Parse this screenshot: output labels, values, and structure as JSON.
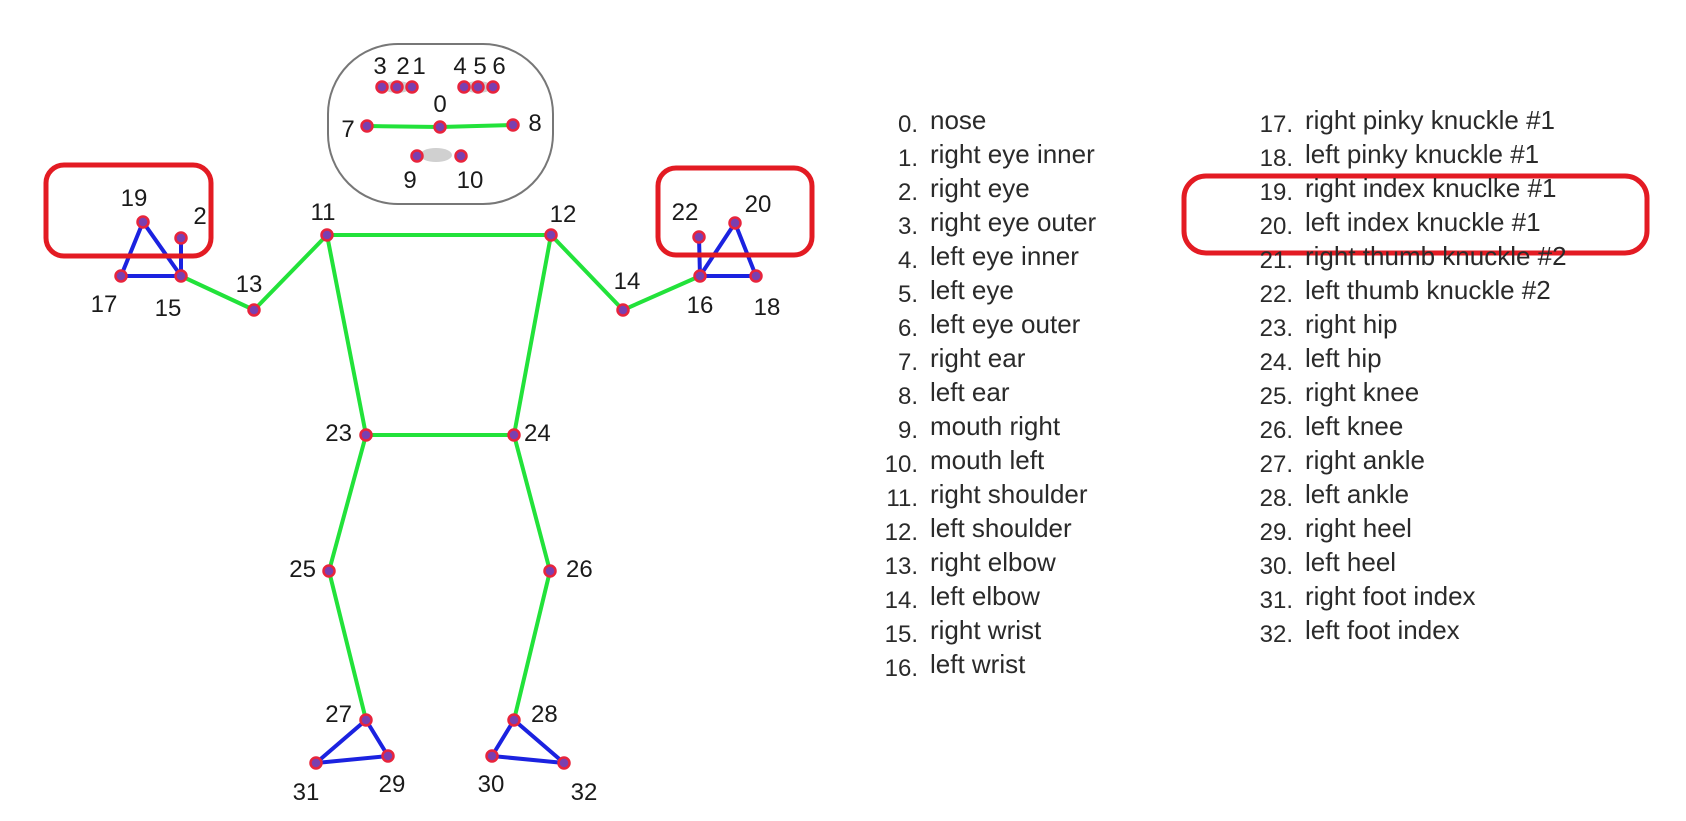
{
  "colors": {
    "body_connection": "#22e23a",
    "hand_foot_connection": "#1b22e0",
    "landmark_fill": "#7a3fb0",
    "landmark_ring": "#e8243c",
    "highlight_box": "#e31b23",
    "face_outline": "#777777",
    "mouth_eye_fill": "#d0d0d0"
  },
  "landmarks": [
    {
      "id": "0",
      "label": "0"
    },
    {
      "id": "1",
      "label": "1"
    },
    {
      "id": "2",
      "label": "2"
    },
    {
      "id": "3",
      "label": "3"
    },
    {
      "id": "4",
      "label": "4"
    },
    {
      "id": "5",
      "label": "5"
    },
    {
      "id": "6",
      "label": "6"
    },
    {
      "id": "7",
      "label": "7"
    },
    {
      "id": "8",
      "label": "8"
    },
    {
      "id": "9",
      "label": "9"
    },
    {
      "id": "10",
      "label": "10"
    },
    {
      "id": "11",
      "label": "11"
    },
    {
      "id": "12",
      "label": "12"
    },
    {
      "id": "13",
      "label": "13"
    },
    {
      "id": "14",
      "label": "14"
    },
    {
      "id": "15",
      "label": "15"
    },
    {
      "id": "16",
      "label": "16"
    },
    {
      "id": "17",
      "label": "17"
    },
    {
      "id": "18",
      "label": "18"
    },
    {
      "id": "19",
      "label": "19"
    },
    {
      "id": "20",
      "label": "20"
    },
    {
      "id": "21",
      "label": "2"
    },
    {
      "id": "22",
      "label": "22"
    },
    {
      "id": "23",
      "label": "23"
    },
    {
      "id": "24",
      "label": "24"
    },
    {
      "id": "25",
      "label": "25"
    },
    {
      "id": "26",
      "label": "26"
    },
    {
      "id": "27",
      "label": "27"
    },
    {
      "id": "28",
      "label": "28"
    },
    {
      "id": "29",
      "label": "29"
    },
    {
      "id": "30",
      "label": "30"
    },
    {
      "id": "31",
      "label": "31"
    },
    {
      "id": "32",
      "label": "32"
    }
  ],
  "legend": {
    "column1": [
      {
        "num": "0.",
        "name": "nose"
      },
      {
        "num": "1.",
        "name": "right eye inner"
      },
      {
        "num": "2.",
        "name": "right eye"
      },
      {
        "num": "3.",
        "name": "right eye outer"
      },
      {
        "num": "4.",
        "name": "left eye inner"
      },
      {
        "num": "5.",
        "name": "left eye"
      },
      {
        "num": "6.",
        "name": "left eye outer"
      },
      {
        "num": "7.",
        "name": "right ear"
      },
      {
        "num": "8.",
        "name": "left ear"
      },
      {
        "num": "9.",
        "name": "mouth right"
      },
      {
        "num": "10.",
        "name": "mouth left"
      },
      {
        "num": "11.",
        "name": "right shoulder"
      },
      {
        "num": "12.",
        "name": "left shoulder"
      },
      {
        "num": "13.",
        "name": "right elbow"
      },
      {
        "num": "14.",
        "name": "left elbow"
      },
      {
        "num": "15.",
        "name": "right wrist"
      },
      {
        "num": "16.",
        "name": "left wrist"
      }
    ],
    "column2": [
      {
        "num": "17.",
        "name": "right pinky knuckle #1"
      },
      {
        "num": "18.",
        "name": "left pinky knuckle #1"
      },
      {
        "num": "19.",
        "name": "right index knuclke #1"
      },
      {
        "num": "20.",
        "name": "left index knuckle #1"
      },
      {
        "num": "21.",
        "name": "right thumb knuckle #2"
      },
      {
        "num": "22.",
        "name": "left thumb knuckle #2"
      },
      {
        "num": "23.",
        "name": "right hip"
      },
      {
        "num": "24.",
        "name": "left hip"
      },
      {
        "num": "25.",
        "name": "right knee"
      },
      {
        "num": "26.",
        "name": "left knee"
      },
      {
        "num": "27.",
        "name": "right ankle"
      },
      {
        "num": "28.",
        "name": "left ankle"
      },
      {
        "num": "29.",
        "name": "right heel"
      },
      {
        "num": "30.",
        "name": "left heel"
      },
      {
        "num": "31.",
        "name": "right foot index"
      },
      {
        "num": "32.",
        "name": "left foot index"
      }
    ]
  }
}
